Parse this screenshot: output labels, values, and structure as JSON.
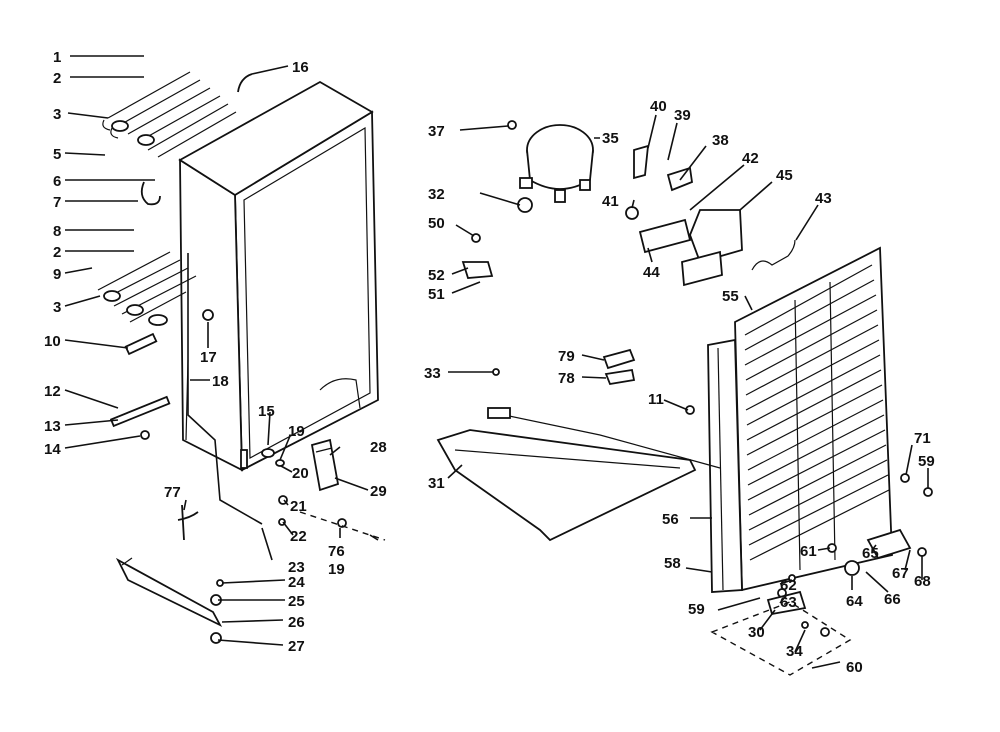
{
  "diagram": {
    "callouts": [
      {
        "id": "c1",
        "text": "1"
      },
      {
        "id": "c2a",
        "text": "2"
      },
      {
        "id": "c3a",
        "text": "3"
      },
      {
        "id": "c5",
        "text": "5"
      },
      {
        "id": "c6",
        "text": "6"
      },
      {
        "id": "c7",
        "text": "7"
      },
      {
        "id": "c8",
        "text": "8"
      },
      {
        "id": "c2b",
        "text": "2"
      },
      {
        "id": "c9",
        "text": "9"
      },
      {
        "id": "c3b",
        "text": "3"
      },
      {
        "id": "c10",
        "text": "10"
      },
      {
        "id": "c12",
        "text": "12"
      },
      {
        "id": "c13",
        "text": "13"
      },
      {
        "id": "c14",
        "text": "14"
      },
      {
        "id": "c16",
        "text": "16"
      },
      {
        "id": "c17",
        "text": "17"
      },
      {
        "id": "c18",
        "text": "18"
      },
      {
        "id": "c15",
        "text": "15"
      },
      {
        "id": "c19a",
        "text": "19"
      },
      {
        "id": "c20",
        "text": "20"
      },
      {
        "id": "c21",
        "text": "21"
      },
      {
        "id": "c22",
        "text": "22"
      },
      {
        "id": "c28",
        "text": "28"
      },
      {
        "id": "c29",
        "text": "29"
      },
      {
        "id": "c76",
        "text": "76"
      },
      {
        "id": "c19b",
        "text": "19"
      },
      {
        "id": "c77",
        "text": "77"
      },
      {
        "id": "c23",
        "text": "23"
      },
      {
        "id": "c24",
        "text": "24"
      },
      {
        "id": "c25",
        "text": "25"
      },
      {
        "id": "c26",
        "text": "26"
      },
      {
        "id": "c27",
        "text": "27"
      },
      {
        "id": "c37",
        "text": "37"
      },
      {
        "id": "c35",
        "text": "35"
      },
      {
        "id": "c40",
        "text": "40"
      },
      {
        "id": "c39",
        "text": "39"
      },
      {
        "id": "c38",
        "text": "38"
      },
      {
        "id": "c42",
        "text": "42"
      },
      {
        "id": "c45",
        "text": "45"
      },
      {
        "id": "c43",
        "text": "43"
      },
      {
        "id": "c32",
        "text": "32"
      },
      {
        "id": "c41",
        "text": "41"
      },
      {
        "id": "c50",
        "text": "50"
      },
      {
        "id": "c52",
        "text": "52"
      },
      {
        "id": "c51",
        "text": "51"
      },
      {
        "id": "c44",
        "text": "44"
      },
      {
        "id": "c55",
        "text": "55"
      },
      {
        "id": "c79",
        "text": "79"
      },
      {
        "id": "c78",
        "text": "78"
      },
      {
        "id": "c33",
        "text": "33"
      },
      {
        "id": "c11",
        "text": "11"
      },
      {
        "id": "c31",
        "text": "31"
      },
      {
        "id": "c71",
        "text": "71"
      },
      {
        "id": "c59a",
        "text": "59"
      },
      {
        "id": "c56",
        "text": "56"
      },
      {
        "id": "c61",
        "text": "61"
      },
      {
        "id": "c65",
        "text": "65"
      },
      {
        "id": "c67",
        "text": "67"
      },
      {
        "id": "c68",
        "text": "68"
      },
      {
        "id": "c58",
        "text": "58"
      },
      {
        "id": "c62",
        "text": "62"
      },
      {
        "id": "c63",
        "text": "63"
      },
      {
        "id": "c64",
        "text": "64"
      },
      {
        "id": "c66",
        "text": "66"
      },
      {
        "id": "c59b",
        "text": "59"
      },
      {
        "id": "c30",
        "text": "30"
      },
      {
        "id": "c34",
        "text": "34"
      },
      {
        "id": "c60",
        "text": "60"
      }
    ]
  }
}
